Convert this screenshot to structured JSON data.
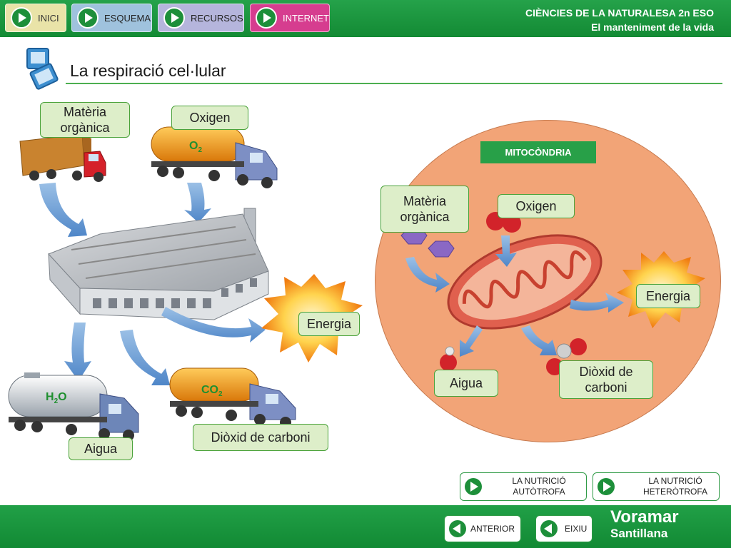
{
  "nav": {
    "inici": "INICI",
    "esquema": "ESQUEMA",
    "recursos": "RECURSOS",
    "internet": "INTERNET"
  },
  "header": {
    "course": "CIÈNCIES DE LA NATURALESA 2n ESO",
    "unit": "El manteniment de la vida"
  },
  "page": {
    "title": "La respiració cel·lular"
  },
  "factory": {
    "materia": "Matèria orgànica",
    "oxigen": "Oxigen",
    "o2": "O",
    "o2_sub": "2",
    "energia": "Energia",
    "co2": "CO",
    "co2_sub": "2",
    "diox": "Diòxid de carboni",
    "h2o_h": "H",
    "h2o_sub": "2",
    "h2o_o": "O",
    "aigua": "Aigua"
  },
  "mito": {
    "title": "MITOCÒNDRIA",
    "materia": "Matèria orgànica",
    "oxigen": "Oxigen",
    "energia": "Energia",
    "aigua": "Aigua",
    "diox": "Diòxid de carboni"
  },
  "links": {
    "autotrofa": "LA NUTRICIÓ AUTÒTROFA",
    "heterotrofa": "LA NUTRICIÓ HETERÒTROFA"
  },
  "footer": {
    "anterior": "ANTERIOR",
    "eixiu": "EIXIU",
    "brand_top": "Voramar",
    "brand_bottom": "Santillana"
  },
  "colors": {
    "green": "#28a048",
    "label_bg": "#ddeec9",
    "circle": "#f2a477",
    "internet": "#d63d8f"
  }
}
